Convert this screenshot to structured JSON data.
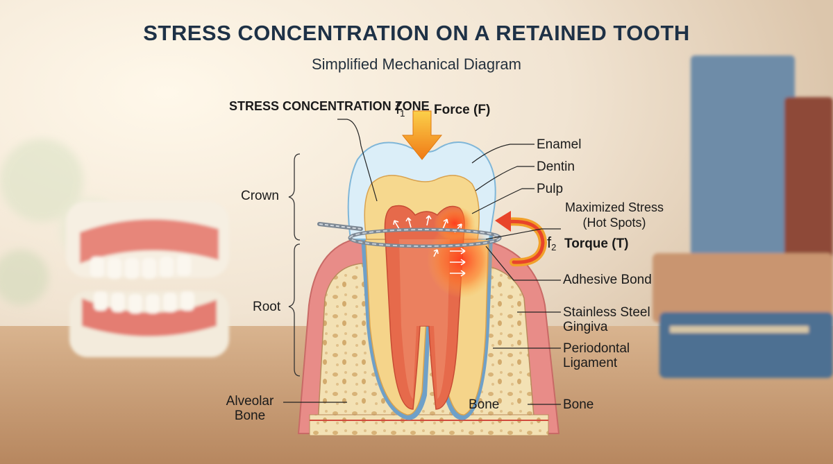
{
  "title": "STRESS CONCENTRATION ON A RETAINED TOOTH",
  "subtitle": "Simplified Mechanical Diagram",
  "labels": {
    "stress_zone": "STRESS CONCENTRATION ZONE",
    "f1_symbol": "f",
    "f1_sub": "1",
    "force": "Force (F)",
    "enamel": "Enamel",
    "dentin": "Dentin",
    "pulp": "Pulp",
    "max_stress_1": "Maximized Stress",
    "max_stress_2": "(Hot Spots)",
    "f2_symbol": "f",
    "f2_sub": "2",
    "torque": "Torque (T)",
    "adhesive": "Adhesive Bond",
    "steel": "Stainless Steel",
    "gingiva": "Gingiva",
    "pdl_1": "Periodontal",
    "pdl_2": "Ligament",
    "bone_right": "Bone",
    "bone_inner": "Bone",
    "alveolar_1": "Alveolar",
    "alveolar_2": "Bone",
    "crown": "Crown",
    "root": "Root"
  },
  "colors": {
    "title": "#1e3146",
    "force_arrow": "#f39a1e",
    "torque_arrow": "#e8442a",
    "enamel": "#dceef8",
    "dentin": "#f6d98e",
    "pulp": "#e8674a",
    "gingiva": "#e98c8a",
    "bone": "#f2dfb0",
    "wire": "#8a96a3"
  }
}
